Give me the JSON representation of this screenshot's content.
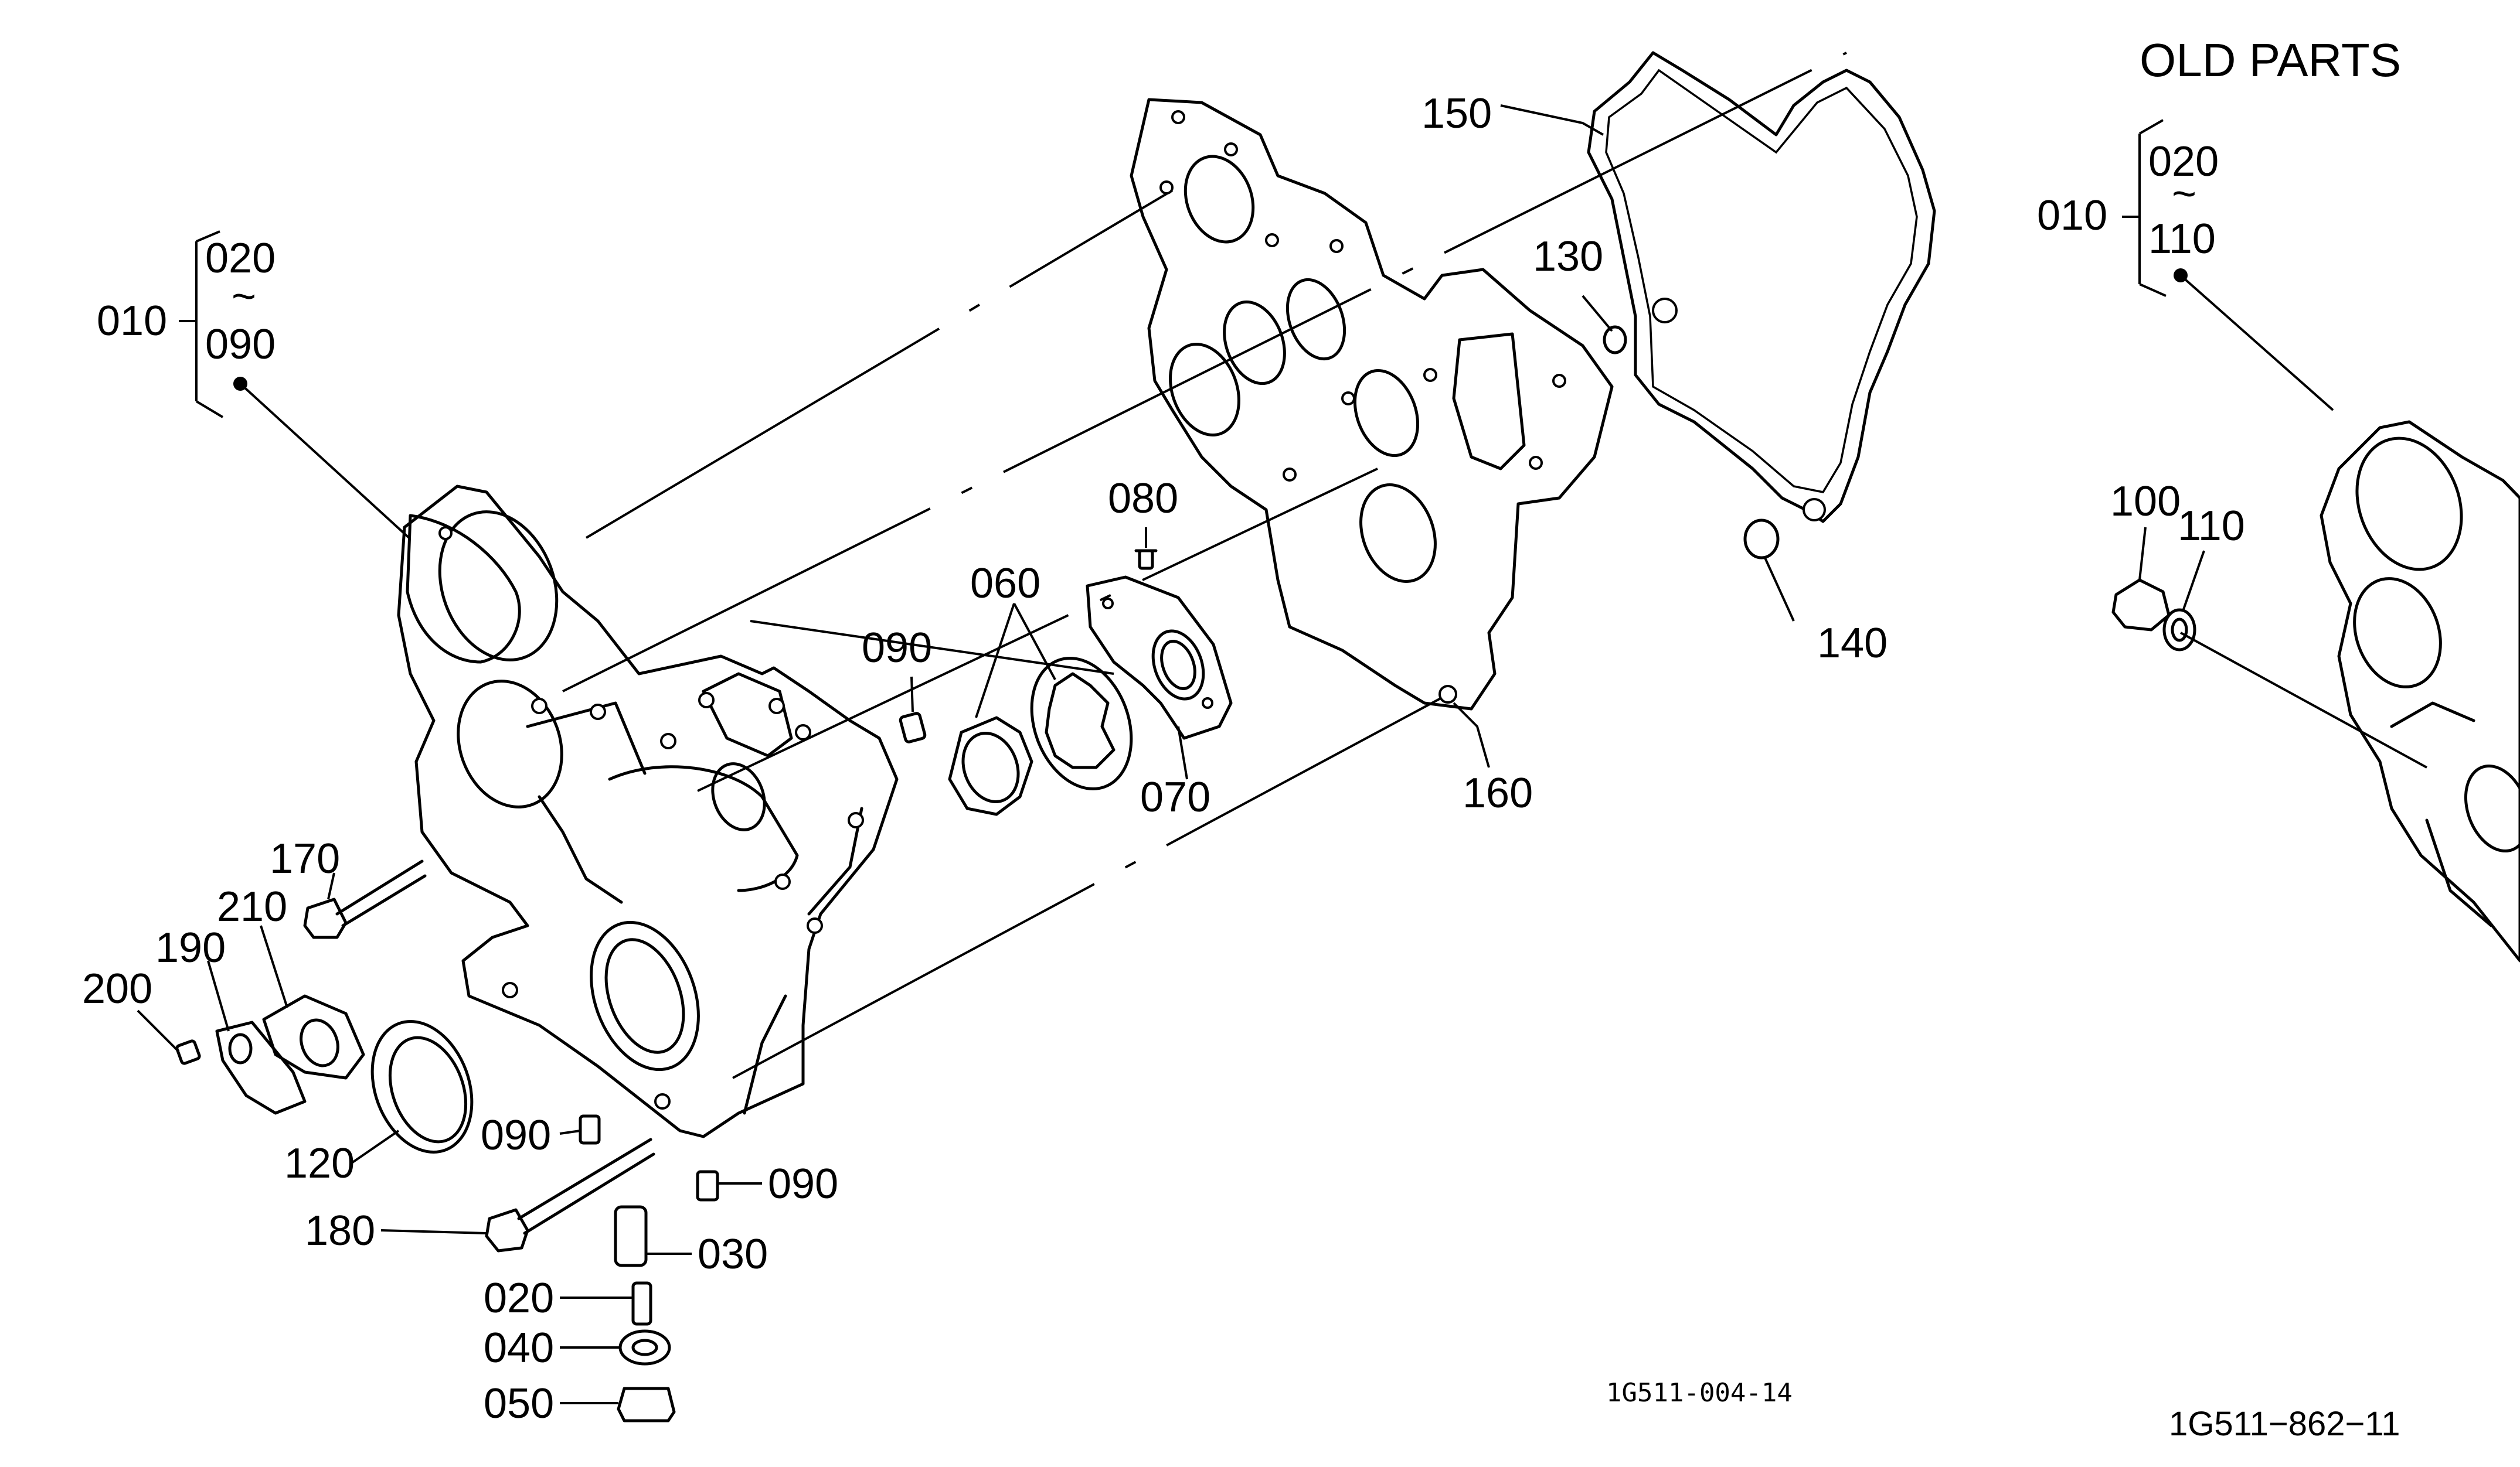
{
  "header": {
    "old_parts_title": "OLD PARTS"
  },
  "assembly_current": {
    "parent": "010",
    "range_start": "020",
    "range_tilde": "~",
    "range_end": "090"
  },
  "assembly_old": {
    "parent": "010",
    "range_start": "020",
    "range_tilde": "~",
    "range_end": "110"
  },
  "callouts": {
    "p020": "020",
    "p030": "030",
    "p040": "040",
    "p050": "050",
    "p060": "060",
    "p070": "070",
    "p080": "080",
    "p090_top": "090",
    "p090_left": "090",
    "p090_right": "090",
    "p100": "100",
    "p110": "110",
    "p120": "120",
    "p130": "130",
    "p140": "140",
    "p150": "150",
    "p160": "160",
    "p170": "170",
    "p180": "180",
    "p190": "190",
    "p200": "200",
    "p210": "210"
  },
  "footer": {
    "drawing_code_main": "1G511-004-14",
    "drawing_code_old": "1G511−862−11"
  }
}
